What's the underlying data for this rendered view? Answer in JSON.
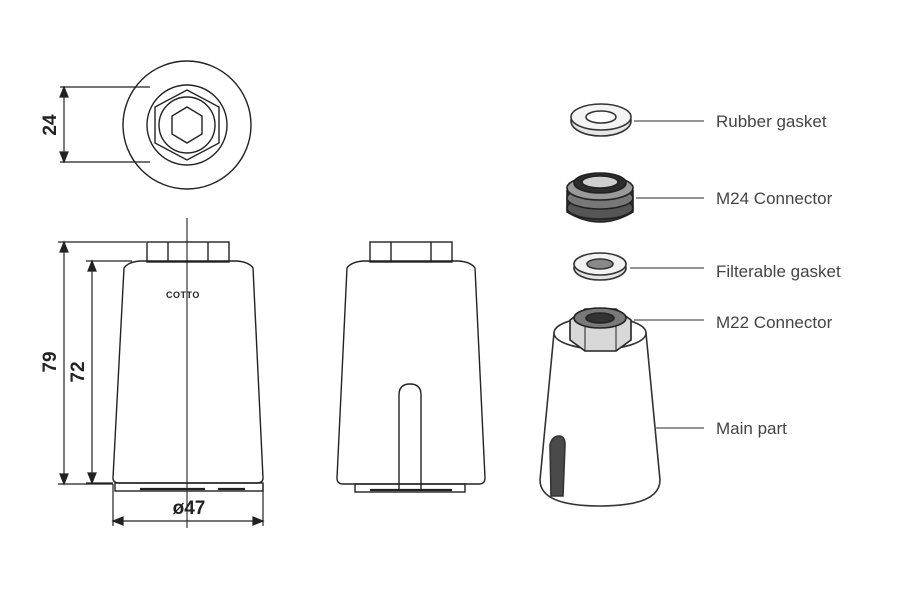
{
  "dimensions": {
    "top_width": "24",
    "total_height": "79",
    "body_height": "72",
    "diameter": "ø47"
  },
  "brand": "COTTO",
  "parts": [
    {
      "label": "Rubber gasket"
    },
    {
      "label": "M24 Connector"
    },
    {
      "label": "Filterable gasket"
    },
    {
      "label": "M22 Connector"
    },
    {
      "label": "Main part"
    }
  ],
  "colors": {
    "line": "#222222",
    "leader": "#555555",
    "text": "#444444"
  }
}
